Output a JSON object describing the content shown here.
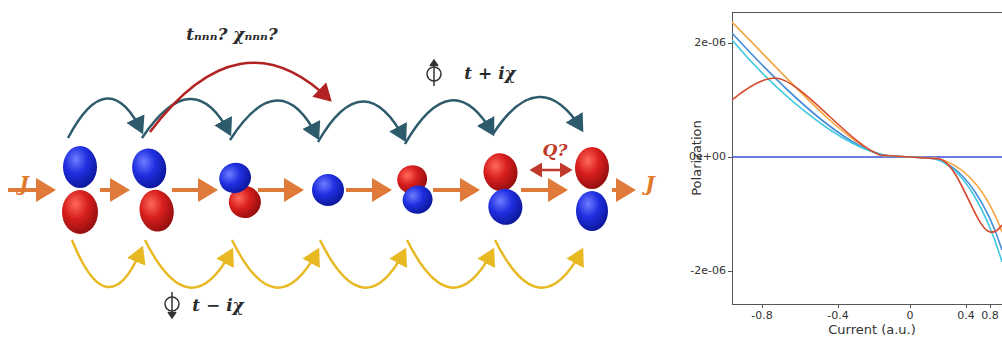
{
  "diagram": {
    "labels": [
      "J",
      "J",
      "tₙₙₙ? χₙₙₙ?",
      "t + iχ",
      "t − iχ",
      "Q?",
      "Polarization",
      "Current (a.u.)",
      "2e-06",
      "0e+00",
      "-2e-06",
      "-0.8",
      "-0.4",
      "0",
      "0.4",
      "0.8"
    ]
  }
}
